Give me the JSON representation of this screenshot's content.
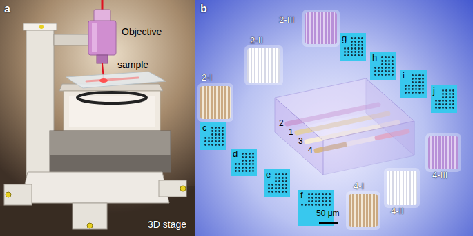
{
  "diagram": {
    "labels": [
      "a",
      "Objective",
      "sample",
      "3D stage",
      "b",
      "2-III",
      "2-II",
      "2-I",
      "g",
      "h",
      "i",
      "j",
      "c",
      "d",
      "e",
      "f",
      "2",
      "1",
      "3",
      "4",
      "50 μm",
      "4-III",
      "4-II",
      "4-I"
    ]
  }
}
